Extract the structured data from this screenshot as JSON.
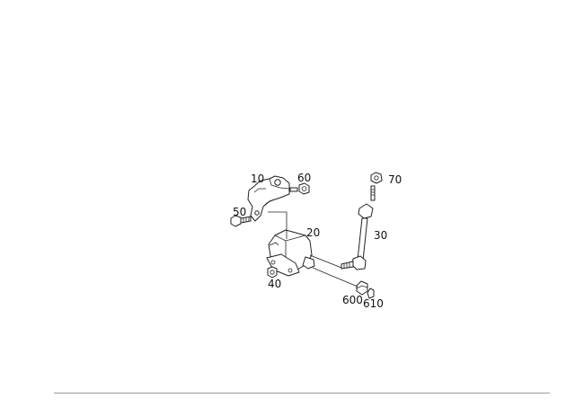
{
  "diagram": {
    "part_numbers": {
      "p10": "10",
      "p20": "20",
      "p30": "30",
      "p40": "40",
      "p50": "50",
      "p60": "60",
      "p70": "70",
      "p600": "600",
      "p610": "610"
    },
    "colors": {
      "line": "#222222",
      "background": "#ffffff",
      "divider": "#9a9a9a"
    }
  }
}
